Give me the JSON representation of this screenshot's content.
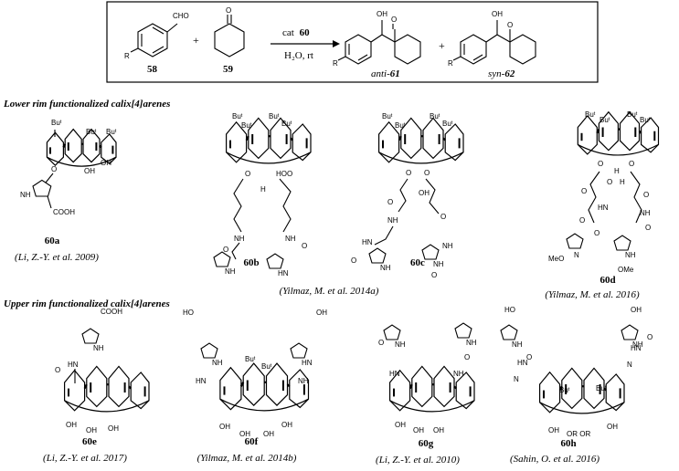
{
  "reaction": {
    "aldehyde_sub": "CHO",
    "aldehyde_r": "R",
    "aldehyde_no": "58",
    "ketone_o": "O",
    "ketone_no": "59",
    "plus1": "+",
    "cat_prefix": "cat",
    "cat_no": "60",
    "conditions": "H₂O, rt",
    "anti_oh": "OH",
    "anti_o": "O",
    "anti_r": "R",
    "anti_prefix": "anti-",
    "anti_no": "61",
    "plus2": "+",
    "syn_oh": "OH",
    "syn_o": "O",
    "syn_r": "R",
    "syn_prefix": "syn-",
    "syn_no": "62"
  },
  "sections": {
    "lower": "Lower rim functionalized calix[4]arenes",
    "upper": "Upper rim functionalized calix[4]arenes"
  },
  "compounds": [
    {
      "id": "60a",
      "citation": "(Li, Z.-Y.  et al. 2009)"
    },
    {
      "id": "60b",
      "citation": "(Yilmaz, M. et al. 2014a)"
    },
    {
      "id": "60c",
      "citation": ""
    },
    {
      "id": "60d",
      "citation": "(Yilmaz, M. et al. 2016)"
    },
    {
      "id": "60e",
      "citation": "(Li, Z.-Y.  et al. 2017)"
    },
    {
      "id": "60f",
      "citation": "(Yilmaz, M. et al. 2014b)"
    },
    {
      "id": "60g",
      "citation": "(Li, Z.-Y.  et al. 2010)"
    },
    {
      "id": "60h",
      "citation": "(Sahin, O. et al. 2016)"
    }
  ],
  "labels": {
    "but": "Buᵗ",
    "oh": "OH",
    "o": "O",
    "h": "H",
    "nh": "NH",
    "hn": "HN",
    "n": "N",
    "cooh": "COOH",
    "ome": "OMe",
    "meo": "MeO",
    "ho": "HO",
    "hoo": "HOO",
    "oror": "OR OR"
  }
}
